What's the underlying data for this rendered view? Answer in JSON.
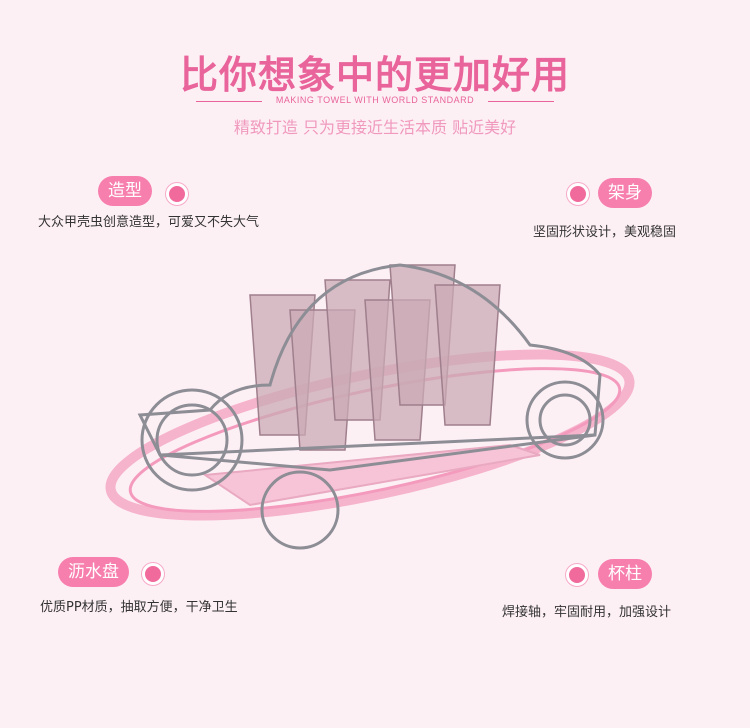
{
  "header": {
    "title": "比你想象中的更加好用",
    "subtitle_en": "MAKING TOWEL WITH WORLD STANDARD",
    "tagline": "精致打造 只为更接近生活本质 贴近美好"
  },
  "features": [
    {
      "label": "造型",
      "desc": "大众甲壳虫创意造型，可爱又不失大气"
    },
    {
      "label": "架身",
      "desc": "坚固形状设计，美观稳固"
    },
    {
      "label": "沥水盘",
      "desc": "优质PP材质，抽取方便，干净卫生"
    },
    {
      "label": "杯柱",
      "desc": "焊接轴，牢固耐用，加强设计"
    }
  ],
  "colors": {
    "accent": "#e8649a",
    "badge": "#f77fae",
    "background": "#fdf0f5"
  }
}
